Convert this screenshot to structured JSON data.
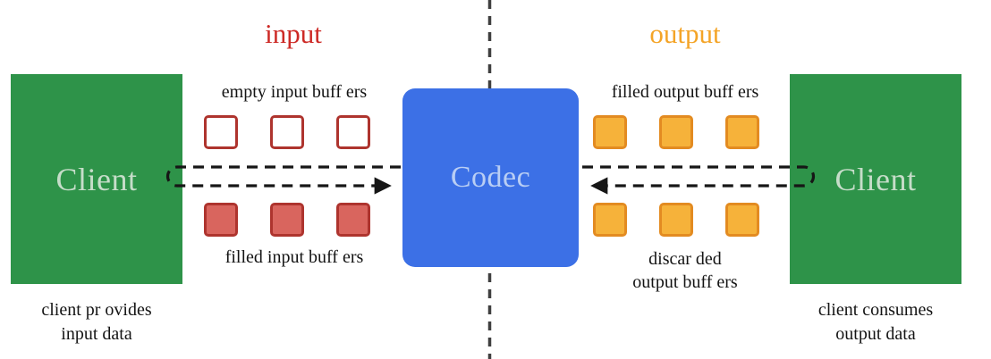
{
  "colors": {
    "green": "#2e9349",
    "green-text": "#c6ddc9",
    "blue": "#3c70e6",
    "blue-text": "#b9cef4",
    "red": "#cd2a26",
    "red-fill": "#d9655e",
    "red-border": "#ae342e",
    "orange": "#f4a427",
    "orange-fill": "#f6b23a",
    "orange-border": "#e38b21",
    "line": "#161616",
    "divider": "#3f3f3f",
    "text": "#141414"
  },
  "sections": {
    "input_title": "input",
    "output_title": "output"
  },
  "left_client": {
    "label": "Client",
    "caption": "client pr ovides\ninput data"
  },
  "right_client": {
    "label": "Client",
    "caption": "client consumes\noutput data"
  },
  "codec": {
    "label": "Codec"
  },
  "buffers": {
    "empty_input_label": "empty input buff ers",
    "filled_input_label": "filled input buff ers",
    "filled_output_label": "filled output buff ers",
    "discarded_output_label": "discar ded\noutput buff ers",
    "empty_input_count": 3,
    "filled_input_count": 3,
    "filled_output_count": 3,
    "discarded_output_count": 3
  }
}
